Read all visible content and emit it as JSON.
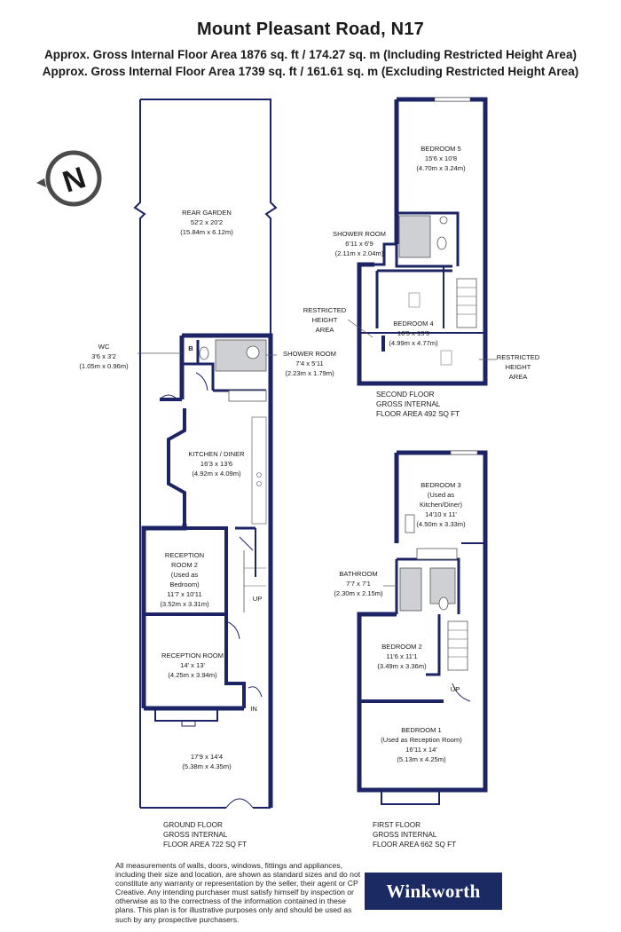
{
  "header": {
    "title": "Mount Pleasant Road, N17",
    "area_including": "Approx. Gross Internal Floor Area 1876 sq. ft / 174.27 sq. m (Including Restricted Height Area)",
    "area_excluding": "Approx. Gross Internal Floor Area 1739 sq. ft / 161.61 sq. m (Excluding Restricted Height Area)"
  },
  "compass": {
    "letter": "N",
    "icon": "north-compass-icon"
  },
  "ground_floor": {
    "label": [
      "GROUND FLOOR",
      "GROSS INTERNAL",
      "FLOOR AREA 722 SQ FT"
    ],
    "rooms": {
      "rear_garden": [
        "REAR GARDEN",
        "52'2 x 20'2",
        "(15.84m x 6.12m)"
      ],
      "wc": [
        "WC",
        "3'6 x 3'2",
        "(1.05m x 0.96m)"
      ],
      "wc_marker": "B",
      "shower_room": [
        "SHOWER ROOM",
        "7'4 x 5'11",
        "(2.23m x 1.79m)"
      ],
      "kitchen": [
        "KITCHEN / DINER",
        "16'3 x 13'6",
        "(4.92m x 4.09m)"
      ],
      "reception2": [
        "RECEPTION",
        "ROOM 2",
        "(Used as",
        "Bedroom)",
        "11'7 x 10'11",
        "(3.52m x 3.31m)"
      ],
      "reception": [
        "RECEPTION ROOM",
        "14' x 13'",
        "(4.25m x 3.94m)"
      ],
      "front_garden": [
        "17'9 x 14'4",
        "(5.38m x 4.35m)"
      ],
      "up": "UP",
      "in": "IN"
    }
  },
  "first_floor": {
    "label": [
      "FIRST FLOOR",
      "GROSS INTERNAL",
      "FLOOR AREA 662 SQ FT"
    ],
    "rooms": {
      "bedroom3": [
        "BEDROOM 3",
        "(Used as",
        "Kitchen/Diner)",
        "14'10 x 11'",
        "(4.50m x 3.33m)"
      ],
      "bathroom": [
        "BATHROOM",
        "7'7 x 7'1",
        "(2.30m x 2.15m)"
      ],
      "bedroom2": [
        "BEDROOM 2",
        "11'6 x 11'1",
        "(3.49m x 3.36m)"
      ],
      "bedroom1": [
        "BEDROOM 1",
        "(Used as Reception Room)",
        "16'11 x 14'",
        "(5.13m x 4.25m)"
      ],
      "up": "UP"
    }
  },
  "second_floor": {
    "label": [
      "SECOND FLOOR",
      "GROSS INTERNAL",
      "FLOOR AREA 492 SQ FT"
    ],
    "rooms": {
      "bedroom5": [
        "BEDROOM 5",
        "15'6 x 10'8",
        "(4.70m x 3.24m)"
      ],
      "shower_room": [
        "SHOWER ROOM",
        "6'11 x 6'9",
        "(2.11m x 2.04m)"
      ],
      "bedroom4": [
        "BEDROOM 4",
        "16'5 x 15'9",
        "(4.99m x 4.77m)"
      ],
      "restricted_left": [
        "RESTRICTED",
        "HEIGHT",
        "AREA"
      ],
      "restricted_right": [
        "RESTRICTED",
        "HEIGHT",
        "AREA"
      ]
    }
  },
  "footer": {
    "disclaimer": "All measurements of walls, doors, windows, fittings and appliances, including their size and location, are shown as standard sizes and do not constitute any warranty or representation by the seller, their agent or CP Creative. Any intending purchaser must satisfy himself by inspection or otherwise as to the correctness of the information contained in these plans. This plan is for illustrative purposes only and should be used as such by any prospective purchasers.",
    "brand": "Winkworth"
  },
  "colors": {
    "wall": "#1c2466",
    "fixture_fill": "#cfd0d4",
    "brand_bg": "#1c2a63",
    "text": "#1a1a1a"
  }
}
